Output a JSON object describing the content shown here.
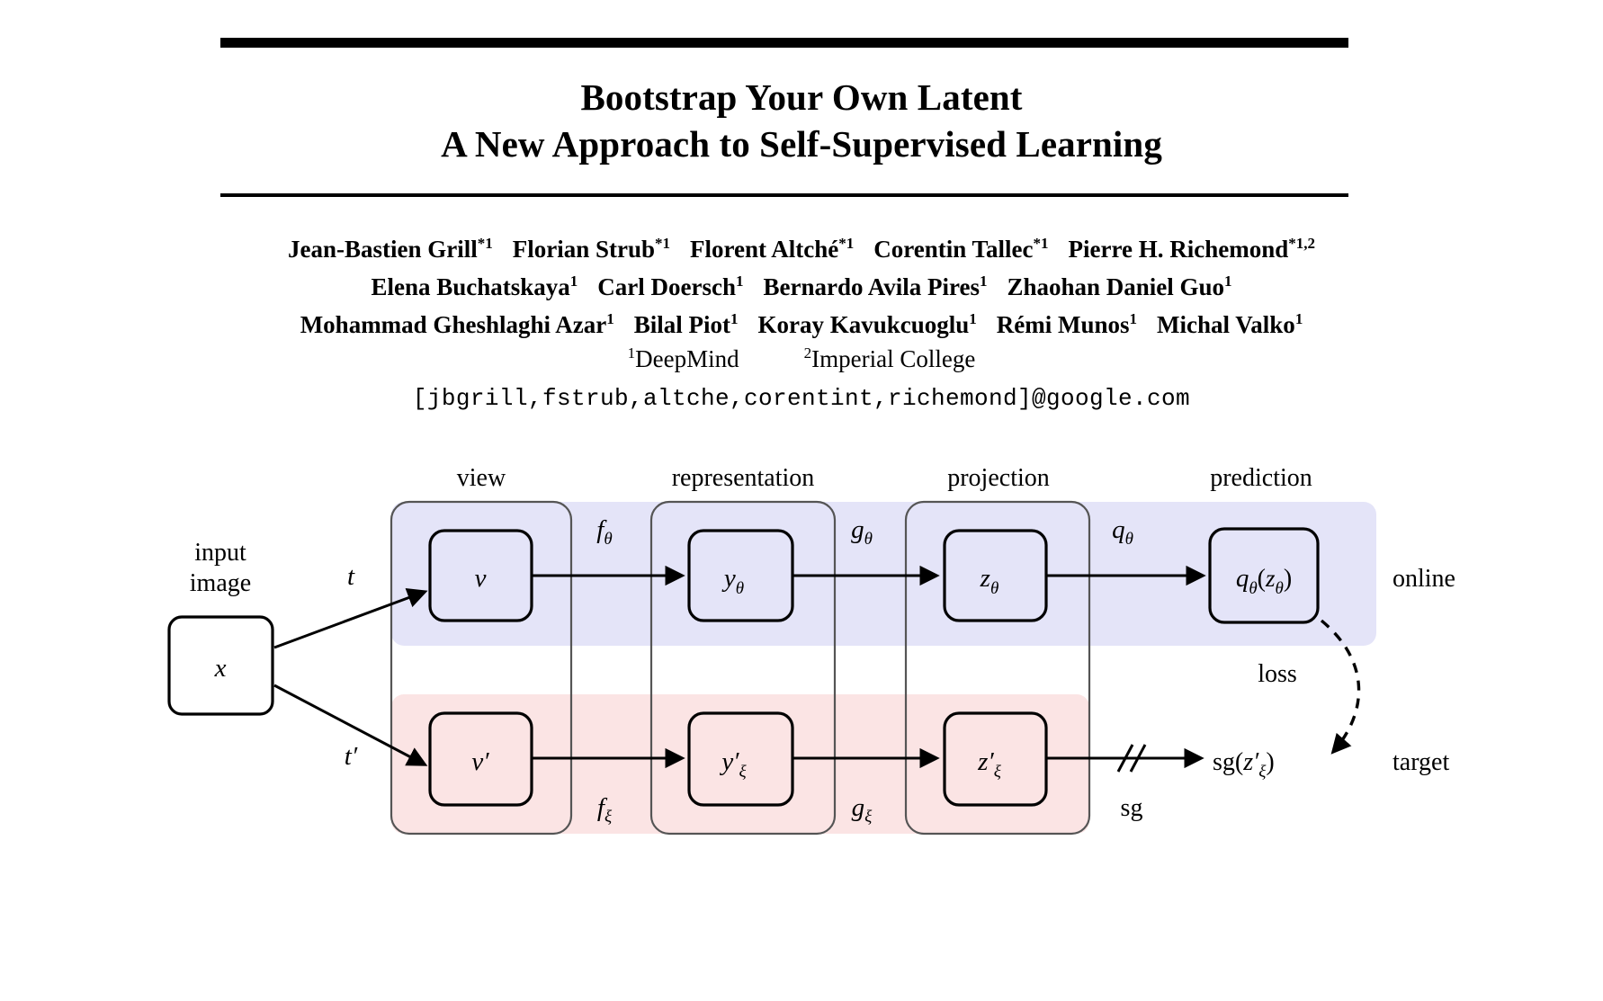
{
  "paper": {
    "title_lines": [
      "Bootstrap Your Own Latent",
      "A New Approach to Self-Supervised Learning"
    ],
    "author_rows": [
      [
        {
          "name": "Jean-Bastien Grill",
          "sup": "*1"
        },
        {
          "name": "Florian Strub",
          "sup": "*1"
        },
        {
          "name": "Florent Altché",
          "sup": "*1"
        },
        {
          "name": "Corentin Tallec",
          "sup": "*1"
        },
        {
          "name": "Pierre H. Richemond",
          "sup": "*1,2"
        }
      ],
      [
        {
          "name": "Elena Buchatskaya",
          "sup": "1"
        },
        {
          "name": "Carl Doersch",
          "sup": "1"
        },
        {
          "name": "Bernardo Avila Pires",
          "sup": "1"
        },
        {
          "name": "Zhaohan Daniel Guo",
          "sup": "1"
        }
      ],
      [
        {
          "name": "Mohammad Gheshlaghi Azar",
          "sup": "1"
        },
        {
          "name": "Bilal Piot",
          "sup": "1"
        },
        {
          "name": "Koray Kavukcuoglu",
          "sup": "1"
        },
        {
          "name": "Rémi Munos",
          "sup": "1"
        },
        {
          "name": "Michal Valko",
          "sup": "1"
        }
      ]
    ],
    "affiliations": [
      {
        "sup": "1",
        "name": "DeepMind"
      },
      {
        "sup": "2",
        "name": "Imperial College"
      }
    ],
    "emails": "[jbgrill,fstrub,altche,corentint,richemond]@google.com"
  },
  "figure": {
    "column_headers": [
      "view",
      "representation",
      "projection",
      "prediction"
    ],
    "side_labels": {
      "input_image_line1": "input",
      "input_image_line2": "image",
      "online": "online",
      "target": "target",
      "loss": "loss"
    },
    "input_node": "x",
    "online_row": {
      "nodes": [
        "v",
        "y",
        "z",
        "q"
      ],
      "node_labels": {
        "view": "v",
        "representation_base": "y",
        "representation_sub": "θ",
        "projection_base": "z",
        "projection_sub": "θ",
        "prediction_fn": "q",
        "prediction_fn_sub": "θ",
        "prediction_arg_base": "z",
        "prediction_arg_sub": "θ"
      },
      "edge_labels": [
        {
          "base": "t",
          "sub": ""
        },
        {
          "base": "f",
          "sub": "θ"
        },
        {
          "base": "g",
          "sub": "θ"
        },
        {
          "base": "q",
          "sub": "θ"
        }
      ]
    },
    "target_row": {
      "node_labels": {
        "view": "v′",
        "representation_base": "y′",
        "representation_sub": "ξ",
        "projection_base": "z′",
        "projection_sub": "ξ",
        "terminal_fn": "sg",
        "terminal_arg_base": "z′",
        "terminal_arg_sub": "ξ"
      },
      "edge_labels": [
        {
          "base": "t′",
          "sub": ""
        },
        {
          "base": "f",
          "sub": "ξ"
        },
        {
          "base": "g",
          "sub": "ξ"
        },
        {
          "base": "sg",
          "sub": ""
        }
      ],
      "stop_gradient_marker": "//"
    },
    "colors": {
      "online_band": "#e4e4f8",
      "target_band": "#fbe4e4",
      "band_stroke": "#555555",
      "node_stroke": "#000000",
      "text": "#000000"
    }
  }
}
